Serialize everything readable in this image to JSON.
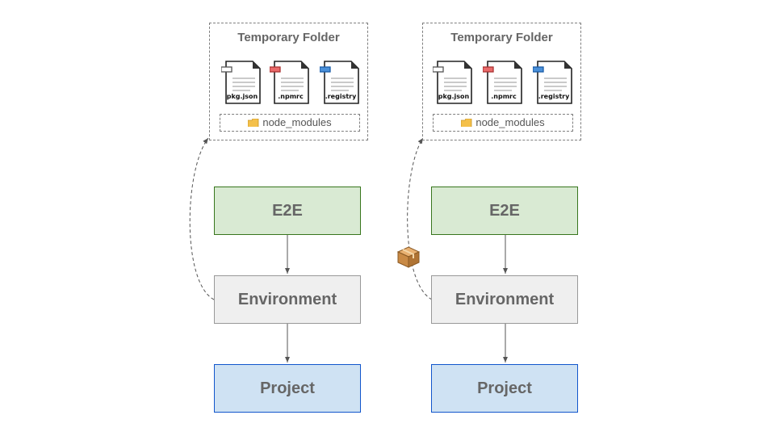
{
  "panels": [
    {
      "temporary_folder": {
        "title": "Temporary Folder",
        "files": [
          {
            "label": "pkg.json",
            "tab_color": "#ffffff"
          },
          {
            "label": ".npmrc",
            "tab_color": "#ea6a6a"
          },
          {
            "label": ".registry",
            "tab_color": "#4a90d9"
          }
        ],
        "node_modules_label": "node_modules",
        "node_modules_icon": "folder-icon"
      },
      "boxes": {
        "e2e": "E2E",
        "environment": "Environment",
        "project": "Project"
      }
    },
    {
      "temporary_folder": {
        "title": "Temporary Folder",
        "files": [
          {
            "label": "pkg.json",
            "tab_color": "#ffffff"
          },
          {
            "label": ".npmrc",
            "tab_color": "#ea6a6a"
          },
          {
            "label": ".registry",
            "tab_color": "#4a90d9"
          }
        ],
        "node_modules_label": "node_modules",
        "node_modules_icon": "folder-icon"
      },
      "boxes": {
        "e2e": "E2E",
        "environment": "Environment",
        "project": "Project"
      },
      "connector_icon": "package-icon"
    }
  ],
  "colors": {
    "e2e_fill": "#d9ead3",
    "e2e_border": "#38761d",
    "environment_fill": "#efefef",
    "environment_border": "#999999",
    "project_fill": "#cfe2f3",
    "project_border": "#1155cc",
    "text": "#666666"
  }
}
